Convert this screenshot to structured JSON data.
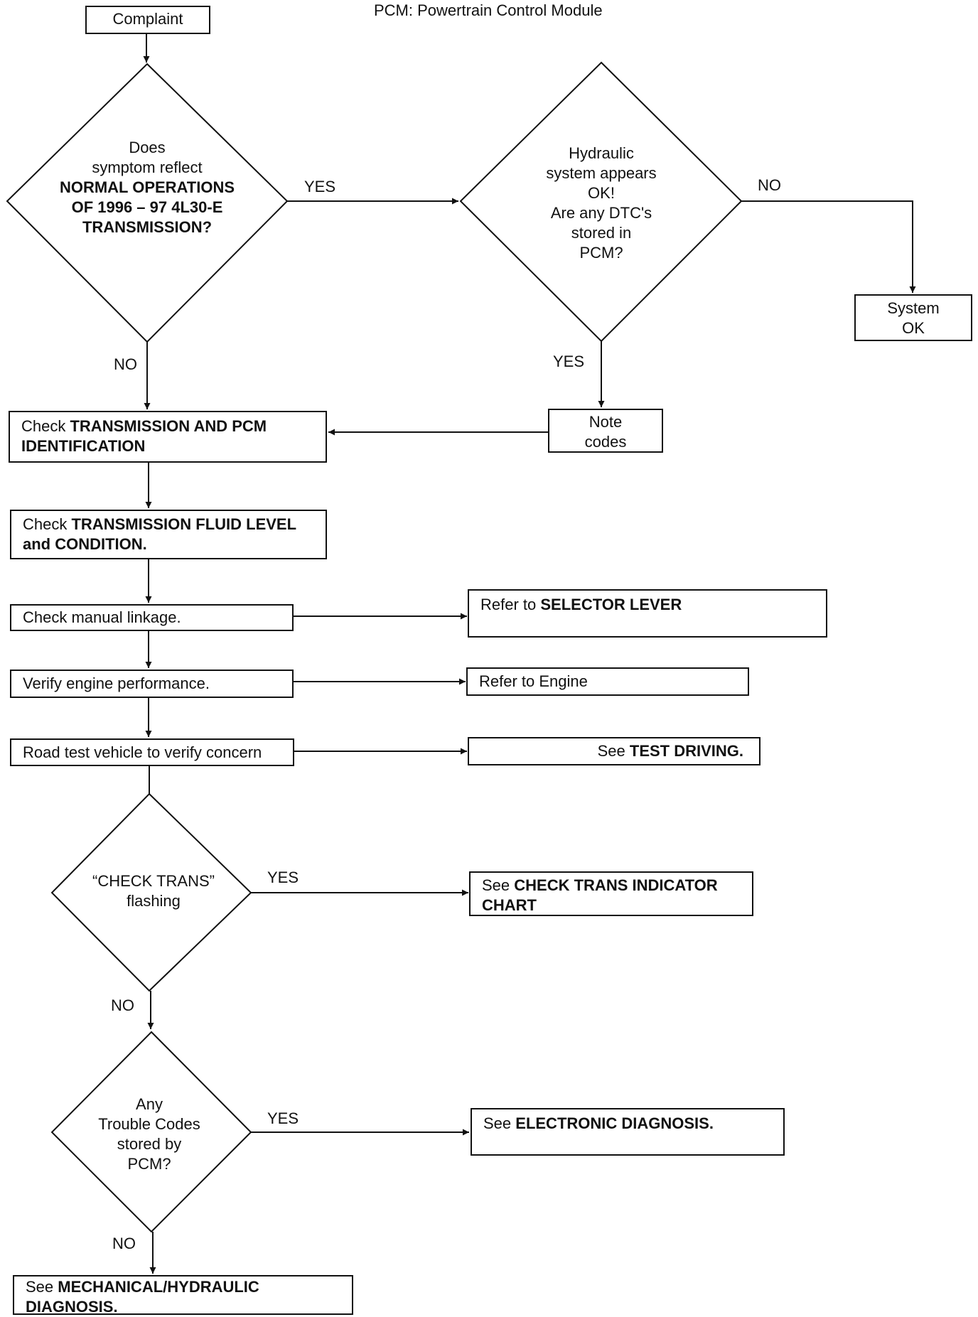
{
  "header": {
    "legend": "PCM:  Powertrain Control Module"
  },
  "nodes": {
    "complaint": "Complaint",
    "decision_normal": {
      "line1": "Does",
      "line2": "symptom reflect",
      "bold1": "NORMAL OPERATIONS",
      "bold2": "OF 1996 – 97 4L30-E",
      "bold3": "TRANSMISSION?"
    },
    "decision_hydraulic": {
      "line1": "Hydraulic",
      "line2": "system appears",
      "line3": "OK!",
      "line4": "Are any DTC's",
      "line5": "stored in",
      "line6": "PCM?"
    },
    "system_ok": {
      "line1": "System",
      "line2": "OK"
    },
    "note_codes": {
      "line1": "Note",
      "line2": "codes"
    },
    "check_ident": {
      "prefix": "Check ",
      "bold1": "TRANSMISSION AND PCM",
      "bold2": "IDENTIFICATION"
    },
    "check_fluid": {
      "prefix": "Check ",
      "bold1": "TRANSMISSION FLUID LEVEL",
      "bold2": "and CONDITION."
    },
    "check_linkage": "Check manual linkage.",
    "refer_selector": {
      "prefix": "Refer to ",
      "bold": "SELECTOR LEVER"
    },
    "verify_engine": "Verify engine performance.",
    "refer_engine": "Refer to Engine",
    "road_test": "Road test vehicle to verify concern",
    "see_test_driving": {
      "prefix": "See ",
      "bold": "TEST DRIVING."
    },
    "decision_check_trans": {
      "line1": "“CHECK TRANS”",
      "line2": "flashing"
    },
    "see_indicator_chart": {
      "prefix": "See ",
      "bold1": "CHECK TRANS INDICATOR",
      "bold2": "CHART"
    },
    "decision_trouble_codes": {
      "line1": "Any",
      "line2": "Trouble Codes",
      "line3": "stored by",
      "line4": "PCM?"
    },
    "see_electronic": {
      "prefix": "See ",
      "bold": "ELECTRONIC DIAGNOSIS."
    },
    "see_mechanical": {
      "prefix": "See ",
      "bold1": "MECHANICAL/HYDRAULIC",
      "bold2": "DIAGNOSIS."
    }
  },
  "edge_labels": {
    "normal_yes": "YES",
    "normal_no": "NO",
    "hydraulic_no": "NO",
    "hydraulic_yes": "YES",
    "check_trans_yes": "YES",
    "check_trans_no": "NO",
    "trouble_yes": "YES",
    "trouble_no": "NO"
  }
}
